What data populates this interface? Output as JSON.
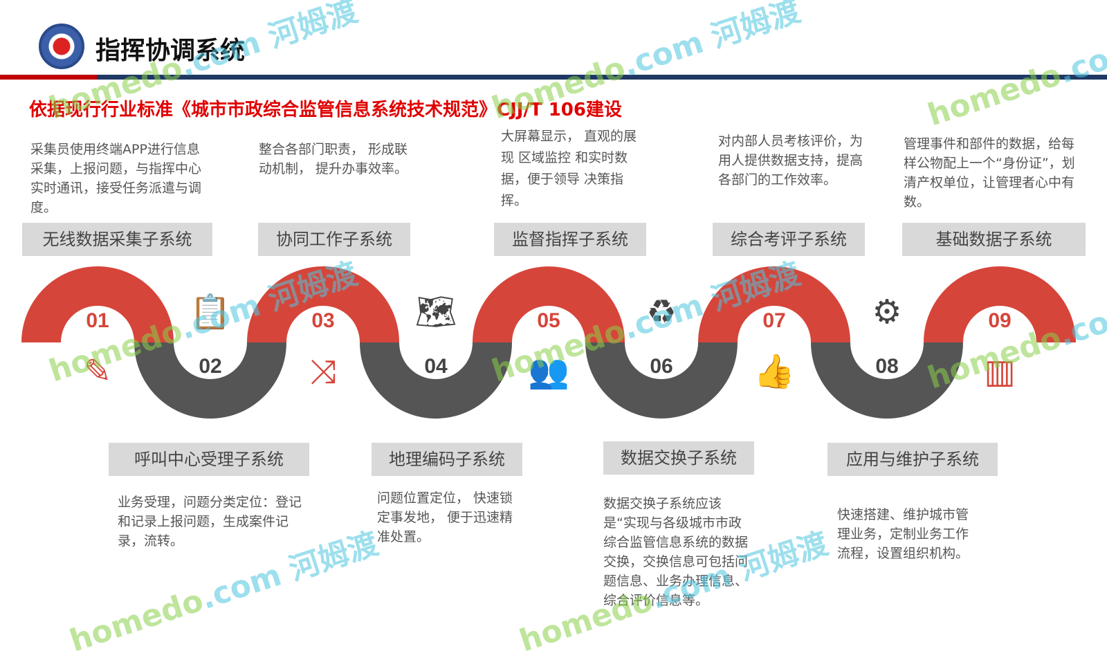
{
  "header": {
    "title": "指挥协调系统",
    "subtitle": "依据现行行业标准《城市市政综合监管信息系统技术规范》CJJ/T 106建设"
  },
  "colors": {
    "red": "#d6453a",
    "gray": "#555555",
    "label_bg": "#d9d9d9",
    "subtitle": "#e00000",
    "bar_blue": "#1f3864"
  },
  "steps": [
    {
      "num": "01",
      "label": "无线数据采集子系统",
      "desc": "采集员使用终端APP进行信息采集，上报问题，与指挥中心实时通讯，接受任务派遣与调度。",
      "icon": "pen-document-icon"
    },
    {
      "num": "02",
      "label": "呼叫中心受理子系统",
      "desc": "业务受理，问题分类定位：登记和记录上报问题，生成案件记录，流转。",
      "icon": "clipboard-icon"
    },
    {
      "num": "03",
      "label": "协同工作子系统",
      "desc": "整合各部门职责， 形成联动机制， 提升办事效率。",
      "icon": "split-arrows-icon"
    },
    {
      "num": "04",
      "label": "地理编码子系统",
      "desc": "问题位置定位， 快速锁定事发地， 便于迅速精准处置。",
      "icon": "map-pin-icon"
    },
    {
      "num": "05",
      "label": "监督指挥子系统",
      "desc": "大屏幕显示， 直观的展现 区域监控 和实时数据，便于领导 决策指挥。",
      "icon": "presentation-icon"
    },
    {
      "num": "06",
      "label": "数据交换子系统",
      "desc": "数据交换子系统应该是“实现与各级城市市政综合监管信息系统的数据交换，交换信息可包括问题信息、业务办理信息、综合评价信息等。",
      "icon": "recycle-icon"
    },
    {
      "num": "07",
      "label": "综合考评子系统",
      "desc": "对内部人员考核评价，为用人提供数据支持，提高各部门的工作效率。",
      "icon": "thumbs-up-icon"
    },
    {
      "num": "08",
      "label": "应用与维护子系统",
      "desc": "快速搭建、维护城市管理业务，定制业务工作流程，设置组织机构。",
      "icon": "gears-icon"
    },
    {
      "num": "09",
      "label": "基础数据子系统",
      "desc": "管理事件和部件的数据，给每样公物配上一个“身份证”，划清产权单位，让管理者心中有数。",
      "icon": "books-icon"
    }
  ],
  "watermark": {
    "text1": "homedo",
    "text2": ".com 河姆渡"
  }
}
